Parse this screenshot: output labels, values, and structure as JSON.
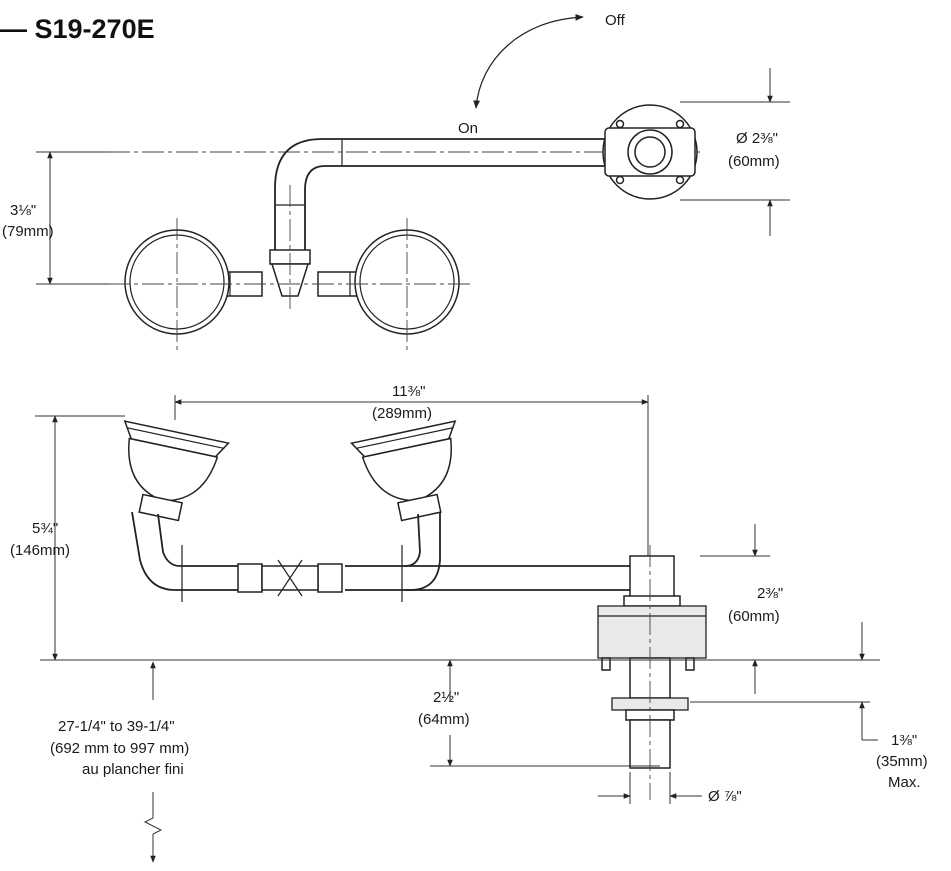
{
  "title": "— S19-270E",
  "labels": {
    "off": "Off",
    "on": "On",
    "flange_dia_in": "Ø 2⅜\"",
    "flange_dia_mm": "(60mm)",
    "offset_in": "3⅛\"",
    "offset_mm": "(79mm)",
    "spread_in": "11⅜\"",
    "spread_mm": "(289mm)",
    "height_in": "5¾\"",
    "height_mm": "(146mm)",
    "flange_h_in": "2⅜\"",
    "flange_h_mm": "(60mm)",
    "shank_in": "2½\"",
    "shank_mm": "(64mm)",
    "mount_range": "27-1/4\" to 39-1/4\"",
    "mount_range_mm": "(692 mm to 997 mm)",
    "mount_note": "au plancher fini",
    "deck_in": "1⅜\"",
    "deck_mm": "(35mm)",
    "deck_note": "Max.",
    "pipe_dia": "Ø ⅞\""
  }
}
